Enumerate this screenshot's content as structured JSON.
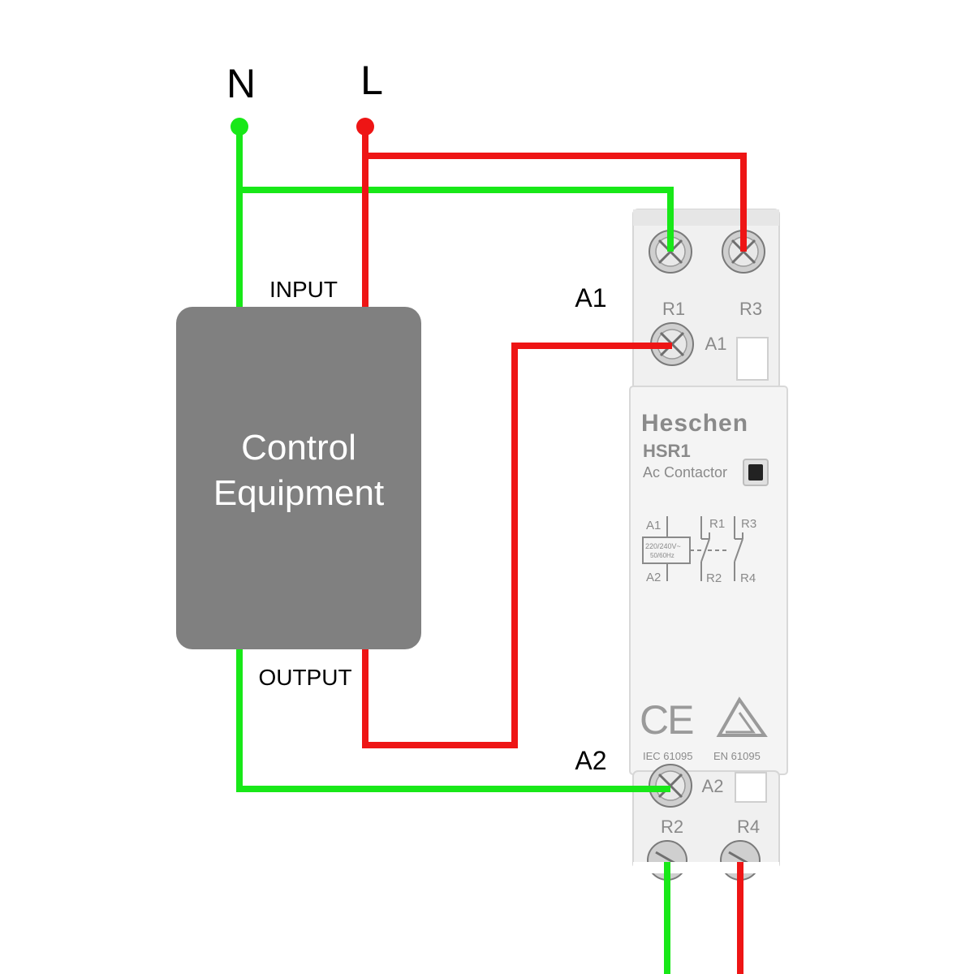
{
  "colors": {
    "neutral_wire": "#18e818",
    "live_wire": "#ee1515",
    "equipment_box": "#808080",
    "equipment_text": "#ffffff",
    "device_body": "#f2f2f2",
    "device_text": "#8a8a8a"
  },
  "terminals": {
    "neutral": "N",
    "live": "L"
  },
  "equipment": {
    "title_line1": "Control",
    "title_line2": "Equipment",
    "input_label": "INPUT",
    "output_label": "OUTPUT"
  },
  "coil_labels": {
    "a1": "A1",
    "a2": "A2"
  },
  "device": {
    "brand": "Heschen",
    "model": "HSR1",
    "type": "Ac Contactor",
    "top_terminal_left": "R1",
    "top_terminal_right": "R3",
    "coil_top": "A1",
    "coil_bottom": "A2",
    "bottom_terminal_left": "R2",
    "bottom_terminal_right": "R4",
    "schematic": {
      "a1": "A1",
      "a2": "A2",
      "r1": "R1",
      "r2": "R2",
      "r3": "R3",
      "r4": "R4",
      "coil_rating_1": "220/240V~",
      "coil_rating_2": "50/60Hz"
    },
    "ce_mark": "CE",
    "standard_left": "IEC 61095",
    "standard_right": "EN 61095"
  },
  "icons": [
    "screw-terminal-icon",
    "ce-mark-icon",
    "certification-triangle-icon",
    "indicator-window-icon"
  ]
}
